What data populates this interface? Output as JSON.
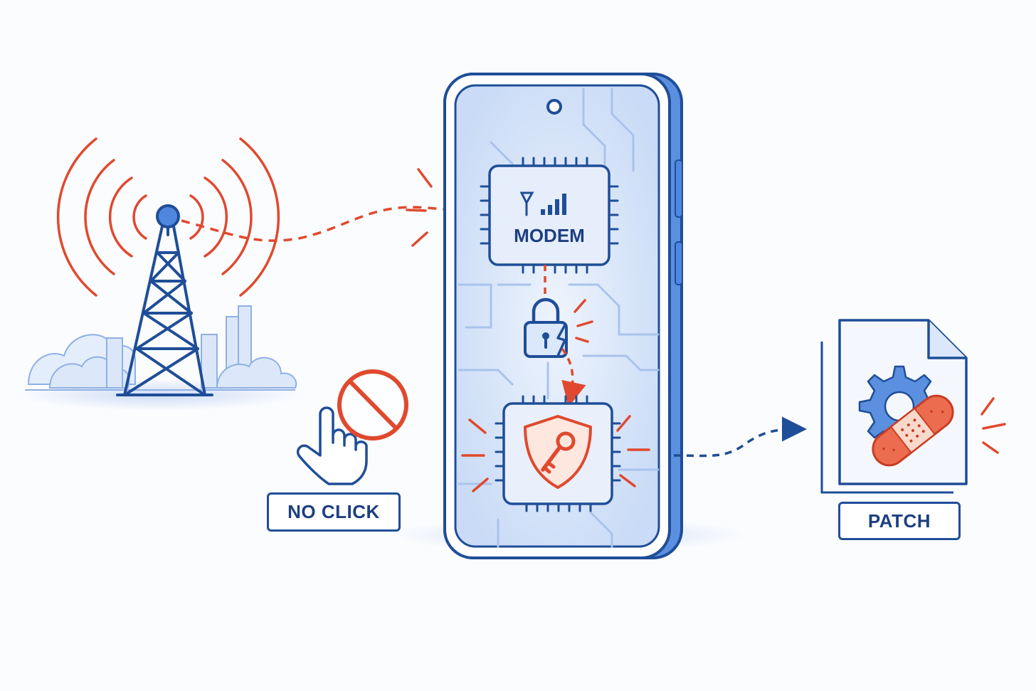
{
  "labels": {
    "modem": "MODEM",
    "no_click": "NO CLICK",
    "patch": "PATCH"
  },
  "colors": {
    "primary_blue": "#1f4e98",
    "light_blue": "#dbe7fb",
    "alert_red": "#e0492e",
    "background": "#fbfcfe"
  },
  "icons": [
    "cell-tower-icon",
    "signal-waves-icon",
    "city-skyline-icon",
    "smartphone-icon",
    "modem-chip-icon",
    "padlock-broken-icon",
    "secure-chip-icon",
    "shield-key-icon",
    "hand-pointer-icon",
    "prohibited-icon",
    "patch-document-icon",
    "gear-icon",
    "bandage-icon"
  ]
}
